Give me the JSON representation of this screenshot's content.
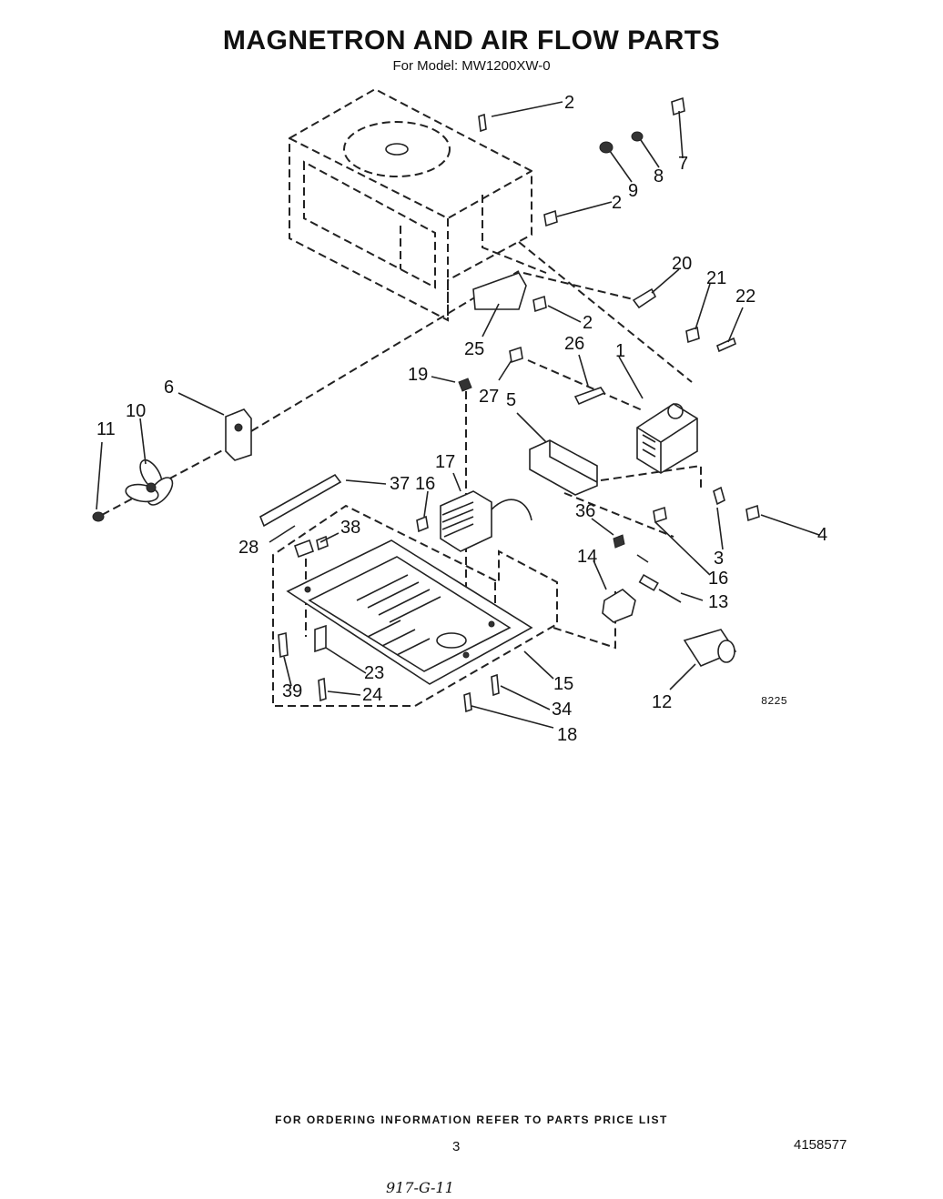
{
  "page": {
    "title": "MAGNETRON AND AIR FLOW PARTS",
    "subtitle": "For Model: MW1200XW-0",
    "footer_note": "FOR ORDERING INFORMATION REFER TO PARTS PRICE LIST",
    "page_number": "3",
    "document_number": "4158577",
    "handwritten_note": "917-G-11",
    "diagram_code": "8225"
  },
  "callouts": [
    {
      "id": "c-2a",
      "text": "2"
    },
    {
      "id": "c-7",
      "text": "7"
    },
    {
      "id": "c-8",
      "text": "8"
    },
    {
      "id": "c-9",
      "text": "9"
    },
    {
      "id": "c-2b",
      "text": "2"
    },
    {
      "id": "c-20",
      "text": "20"
    },
    {
      "id": "c-21",
      "text": "21"
    },
    {
      "id": "c-22",
      "text": "22"
    },
    {
      "id": "c-2c",
      "text": "2"
    },
    {
      "id": "c-25",
      "text": "25"
    },
    {
      "id": "c-26",
      "text": "26"
    },
    {
      "id": "c-1",
      "text": "1"
    },
    {
      "id": "c-19",
      "text": "19"
    },
    {
      "id": "c-27",
      "text": "27"
    },
    {
      "id": "c-5",
      "text": "5"
    },
    {
      "id": "c-6",
      "text": "6"
    },
    {
      "id": "c-10",
      "text": "10"
    },
    {
      "id": "c-11",
      "text": "11"
    },
    {
      "id": "c-17",
      "text": "17"
    },
    {
      "id": "c-37",
      "text": "37"
    },
    {
      "id": "c-16a",
      "text": "16"
    },
    {
      "id": "c-36",
      "text": "36"
    },
    {
      "id": "c-4",
      "text": "4"
    },
    {
      "id": "c-38",
      "text": "38"
    },
    {
      "id": "c-28",
      "text": "28"
    },
    {
      "id": "c-3",
      "text": "3"
    },
    {
      "id": "c-14",
      "text": "14"
    },
    {
      "id": "c-16b",
      "text": "16"
    },
    {
      "id": "c-13",
      "text": "13"
    },
    {
      "id": "c-23",
      "text": "23"
    },
    {
      "id": "c-15",
      "text": "15"
    },
    {
      "id": "c-39",
      "text": "39"
    },
    {
      "id": "c-24",
      "text": "24"
    },
    {
      "id": "c-34",
      "text": "34"
    },
    {
      "id": "c-12",
      "text": "12"
    },
    {
      "id": "c-18",
      "text": "18"
    }
  ]
}
